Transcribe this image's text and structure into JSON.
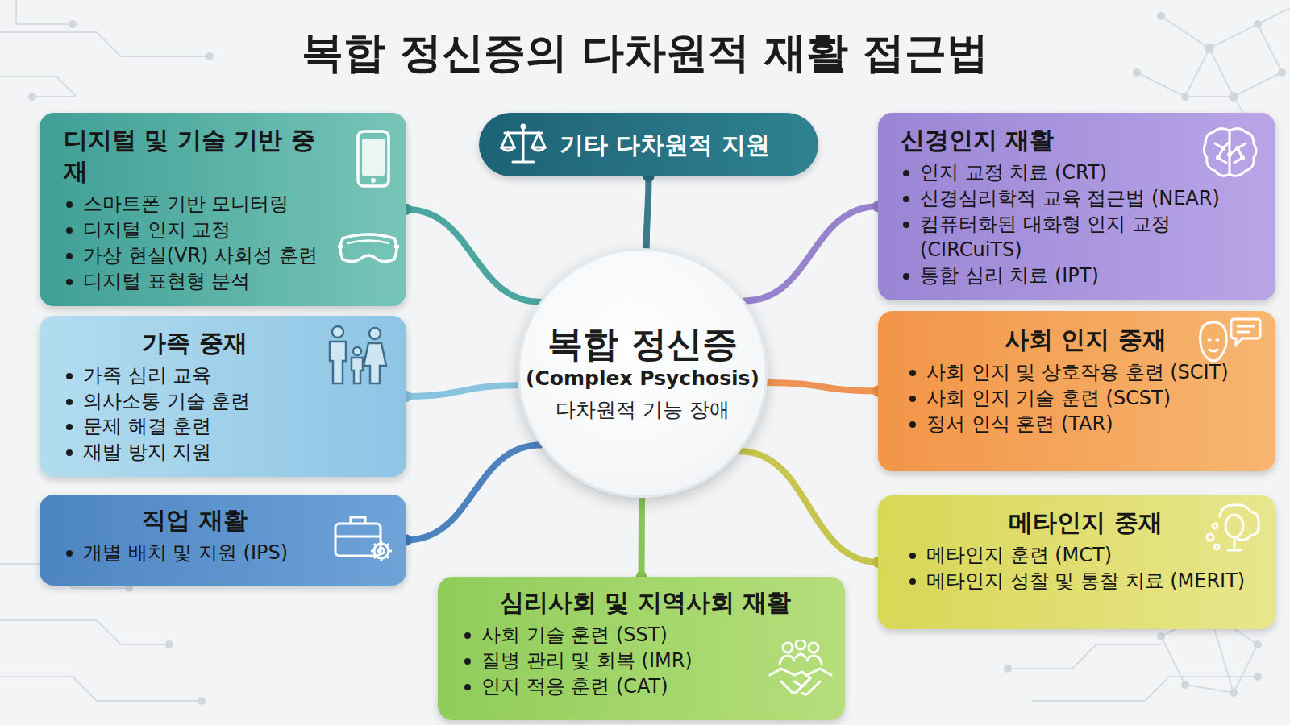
{
  "diagram": {
    "title": "복합 정신증의 다차원적 재활 접근법",
    "nodes": [
      {
        "text": [
          "디지털 및 기술 기반 중재",
          "스마트폰 기반 모니터링",
          "디지털 인지 교정",
          "가상 현실(VR) 사회성 훈련",
          "디지털 표현형 분석"
        ]
      },
      {
        "text": [
          "기타 다차원적 지원"
        ]
      },
      {
        "text": [
          "신경인지 재활",
          "인지 교정 치료 (CRT)",
          "신경심리학적 교육 접근법 (NEAR)",
          "컴퓨터화된 대화형 인지 교정 (CIRCuiTS)",
          "통합 심리 치료 (IPT)"
        ]
      },
      {
        "text": [
          "가족 중재",
          "가족 심리 교육",
          "의사소통 기술 훈련",
          "문제 해결 훈련",
          "재발 방지 지원"
        ]
      },
      {
        "text": [
          "복합 정신증",
          "(Complex Psychosis)",
          "다차원적 기능 장애"
        ]
      },
      {
        "text": [
          "사회 인지 중재",
          "사회 인지 및 상호작용 훈련 (SCIT)",
          "사회 인지 기술 훈련 (SCST)",
          "정서 인식 훈련 (TAR)"
        ]
      },
      {
        "text": [
          "직업 재활",
          "개별 배치 및 지원 (IPS)"
        ]
      },
      {
        "text": [
          "메타인지 중재",
          "메타인지 훈련 (MCT)",
          "메타인지 성찰 및 통찰 치료 (MERIT)"
        ]
      },
      {
        "text": [
          "심리사회 및 지역사회 재활",
          "사회 기술 훈련 (SST)",
          "질병 관리 및 회복 (IMR)",
          "인지 적응 훈련 (CAT)"
        ]
      }
    ],
    "edges": [
      {
        "from": 4,
        "to": 0,
        "arrow": "none"
      },
      {
        "from": 4,
        "to": 1,
        "arrow": "none"
      },
      {
        "from": 4,
        "to": 2,
        "arrow": "none"
      },
      {
        "from": 4,
        "to": 3,
        "arrow": "none"
      },
      {
        "from": 4,
        "to": 5,
        "arrow": "none"
      },
      {
        "from": 4,
        "to": 6,
        "arrow": "none"
      },
      {
        "from": 4,
        "to": 7,
        "arrow": "none"
      },
      {
        "from": 4,
        "to": 8,
        "arrow": "none"
      }
    ]
  }
}
